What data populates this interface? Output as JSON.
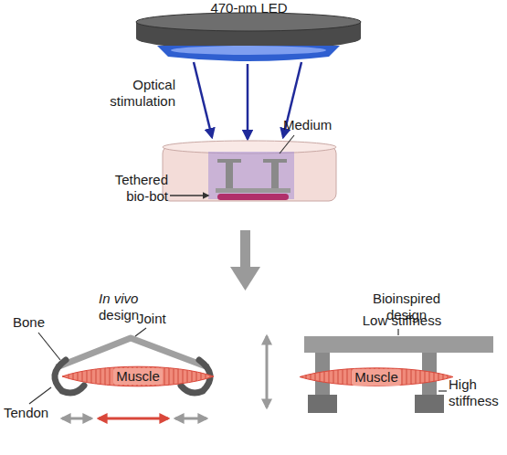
{
  "diagram": {
    "nodes": [
      {
        "text": [
          "Muscle"
        ]
      },
      {
        "text": [
          "Muscle"
        ]
      }
    ],
    "labels": [
      "470-nm LED",
      "Optical stimulation",
      "Medium",
      "Tethered bio-bot",
      "In vivo",
      "design",
      "Bioinspired design",
      "Bone",
      "Joint",
      "Tendon",
      "Low stiffness",
      "High stiffness"
    ]
  }
}
